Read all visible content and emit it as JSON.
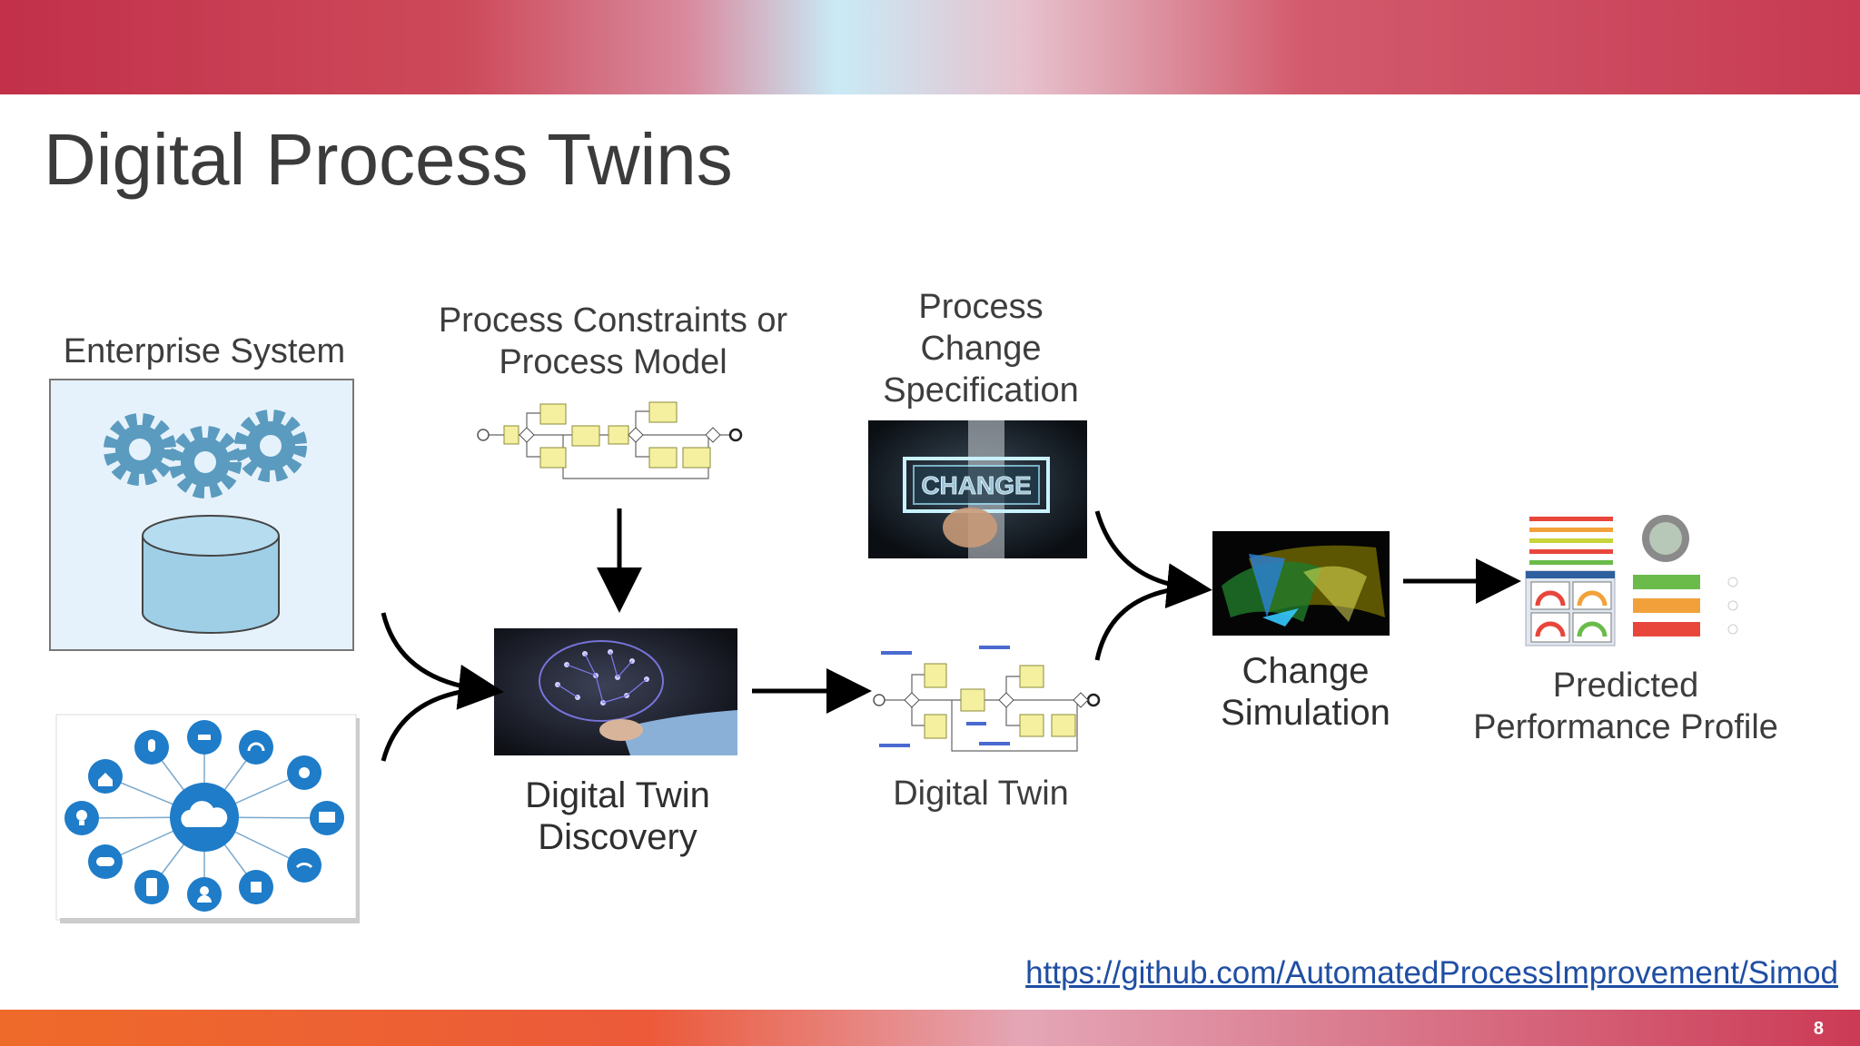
{
  "slide": {
    "title": "Digital Process Twins",
    "page_number": "8",
    "link": "https://github.com/AutomatedProcessImprovement/Simod"
  },
  "labels": {
    "enterprise_system": "Enterprise System",
    "constraints_line1": "Process Constraints or",
    "constraints_line2": "Process Model",
    "change_spec_line1": "Process",
    "change_spec_line2": "Change",
    "change_spec_line3": "Specification",
    "change_image_text": "CHANGE",
    "discovery_line1": "Digital Twin",
    "discovery_line2": "Discovery",
    "digital_twin": "Digital Twin",
    "simulation_line1": "Change",
    "simulation_line2": "Simulation",
    "profile_line1": "Predicted",
    "profile_line2": "Performance Profile"
  },
  "colors": {
    "accent_red": "#c2304a",
    "accent_orange": "#ee6a2a",
    "gear_blue": "#5b9bbf",
    "db_blue": "#9fcfe6",
    "iot_blue": "#1e7cc8",
    "bpmn_yellow": "#f4f0a0",
    "link_blue": "#1f4ea3"
  },
  "icons": [
    "gear-icon",
    "database-icon",
    "cloud-icon",
    "home-icon",
    "microphone-icon",
    "tools-icon",
    "headphones-icon",
    "settings-icon",
    "monitor-icon",
    "wifi-icon",
    "stop-icon",
    "user-icon",
    "phone-icon",
    "gamepad-icon",
    "lightbulb-icon"
  ]
}
